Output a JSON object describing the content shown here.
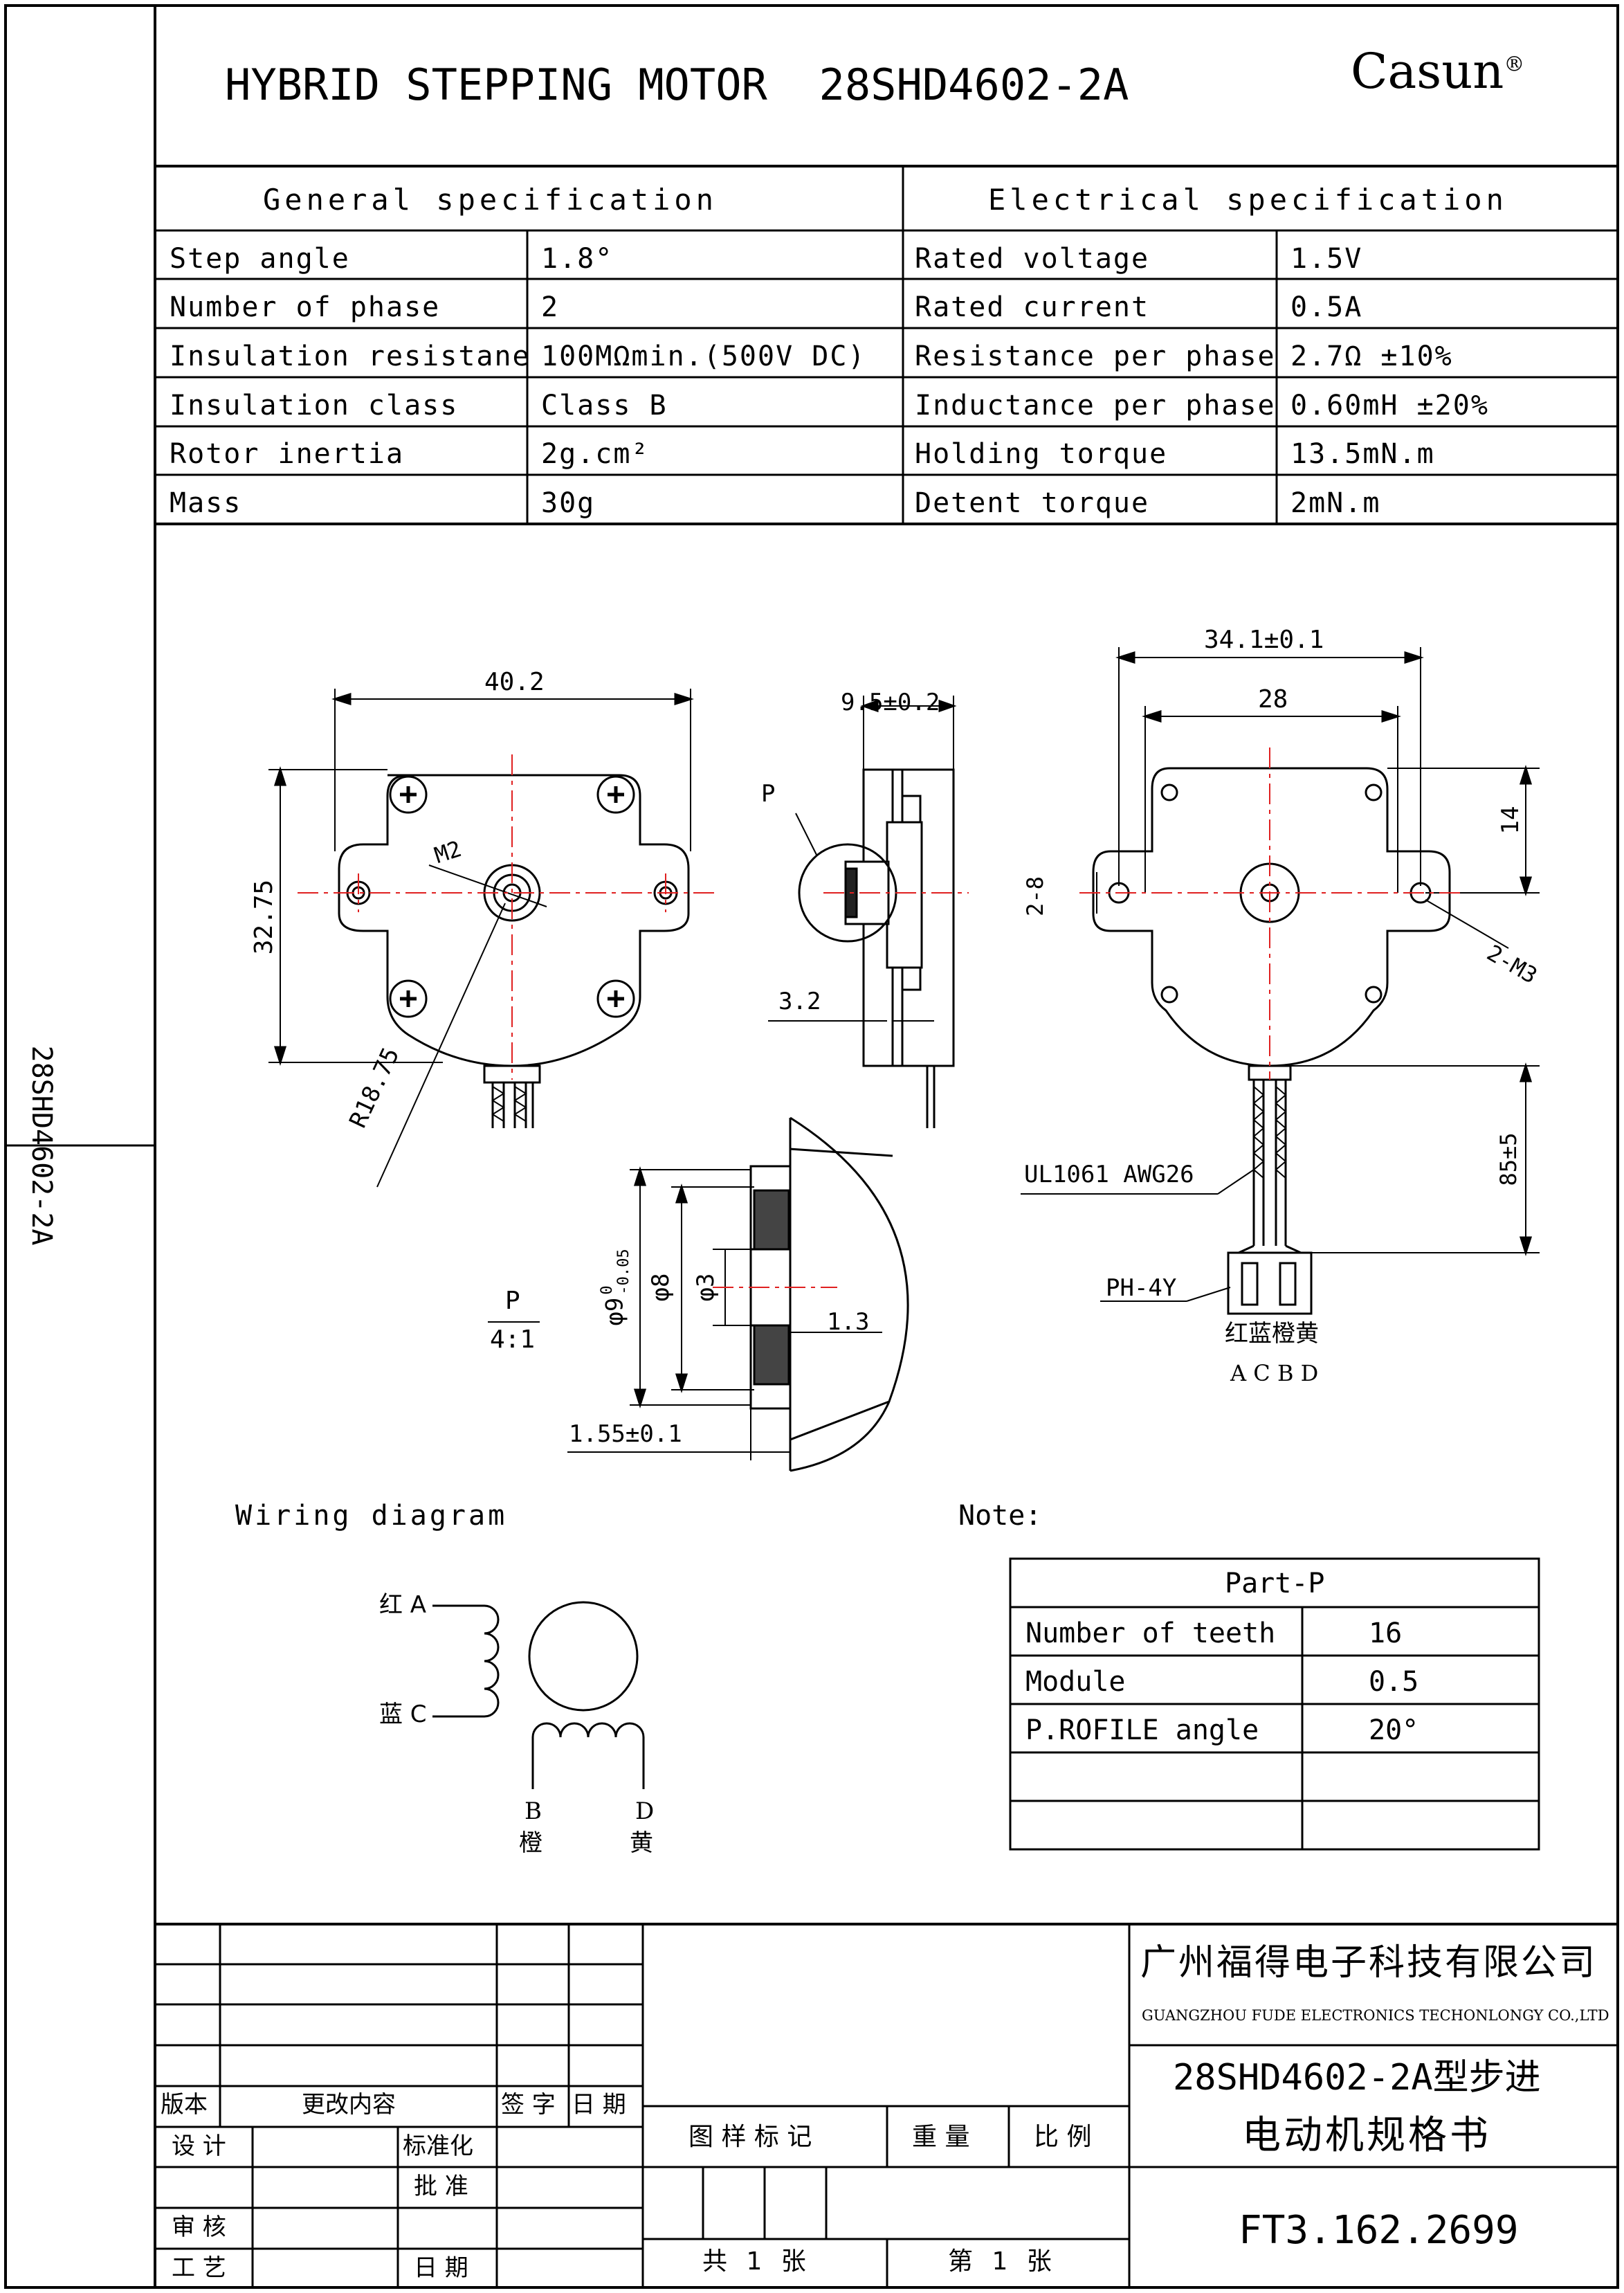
{
  "header": {
    "title_prefix": "HYBRID STEPPING MOTOR",
    "model": "28SHD4602-2A",
    "brand": "Casun",
    "brand_mark": "®"
  },
  "side_label": "28SHD4602-2A",
  "spec": {
    "general_heading": "General specification",
    "electrical_heading": "Electrical specification",
    "rows": [
      {
        "g_label": "Step angle",
        "g_value": "1.8°",
        "e_label": "Rated voltage",
        "e_value": "1.5V"
      },
      {
        "g_label": "Number of phase",
        "g_value": "2",
        "e_label": "Rated current",
        "e_value": "0.5A"
      },
      {
        "g_label": "Insulation resistane",
        "g_value": "100MΩmin.(500V DC)",
        "e_label": "Resistance per phase",
        "e_value": "2.7Ω ±10%"
      },
      {
        "g_label": "Insulation class",
        "g_value": "Class B",
        "e_label": "Inductance per phase",
        "e_value": "0.60mH ±20%"
      },
      {
        "g_label": "Rotor inertia",
        "g_value": "2g.cm²",
        "e_label": "Holding torque",
        "e_value": "13.5mN.m"
      },
      {
        "g_label": "Mass",
        "g_value": "30g",
        "e_label": "Detent torque",
        "e_value": "2mN.m"
      }
    ]
  },
  "drawing": {
    "front": {
      "width_dim": "40.2",
      "height_dim": "32.75",
      "screw": "M2",
      "radius": "R18.75"
    },
    "side": {
      "thickness_dim": "9.5±0.2",
      "detail_ref": "P",
      "shaft_len": "3.2"
    },
    "back": {
      "overall_dim": "34.1±0.1",
      "hole_spacing": "28",
      "offset": "14",
      "hole_dia": "2-8",
      "holes": "2-M3",
      "lead_len": "85±5",
      "cable": "UL1061 AWG26",
      "connector": "PH-4Y",
      "colors": "红蓝橙黄",
      "pins": "A C B D"
    },
    "detail": {
      "ref": "P",
      "scale": "4:1",
      "outer_dia": "φ9",
      "outer_tol_upper": "0",
      "outer_tol_lower": "-0.05",
      "pitch_dia": "φ8",
      "bore_dia": "φ3",
      "tooth_w": "1.3",
      "offset": "1.55±0.1"
    }
  },
  "wiring": {
    "heading": "Wiring diagram",
    "a_label": "红 A",
    "c_label": "蓝 C",
    "b_letter": "B",
    "b_color": "橙",
    "d_letter": "D",
    "d_color": "黄"
  },
  "note": {
    "heading": "Note:",
    "table_title": "Part-P",
    "rows": [
      {
        "label": "Number of teeth",
        "value": "16"
      },
      {
        "label": "Module",
        "value": "0.5"
      },
      {
        "label": "P.ROFILE angle",
        "value": "20°"
      },
      {
        "label": "",
        "value": ""
      },
      {
        "label": "",
        "value": ""
      }
    ]
  },
  "titleblock": {
    "company_cn": "广州福得电子科技有限公司",
    "company_en": "GUANGZHOU FUDE ELECTRONICS TECHONLONGY CO.,LTD",
    "doc_title_1": "28SHD4602-2A型步进",
    "doc_title_2": "电动机规格书",
    "doc_number": "FT3.162.2699",
    "version": "版本",
    "change": "更改内容",
    "sign": "签 字",
    "date": "日 期",
    "design": "设 计",
    "standard": "标准化",
    "approve": "批 准",
    "review": "审 核",
    "process": "工 艺",
    "date2": "日 期",
    "mark": "图 样 标 记",
    "weight": "重 量",
    "scale": "比 例",
    "total_sheets": "共 1 张",
    "sheet_no": "第 1 张"
  }
}
